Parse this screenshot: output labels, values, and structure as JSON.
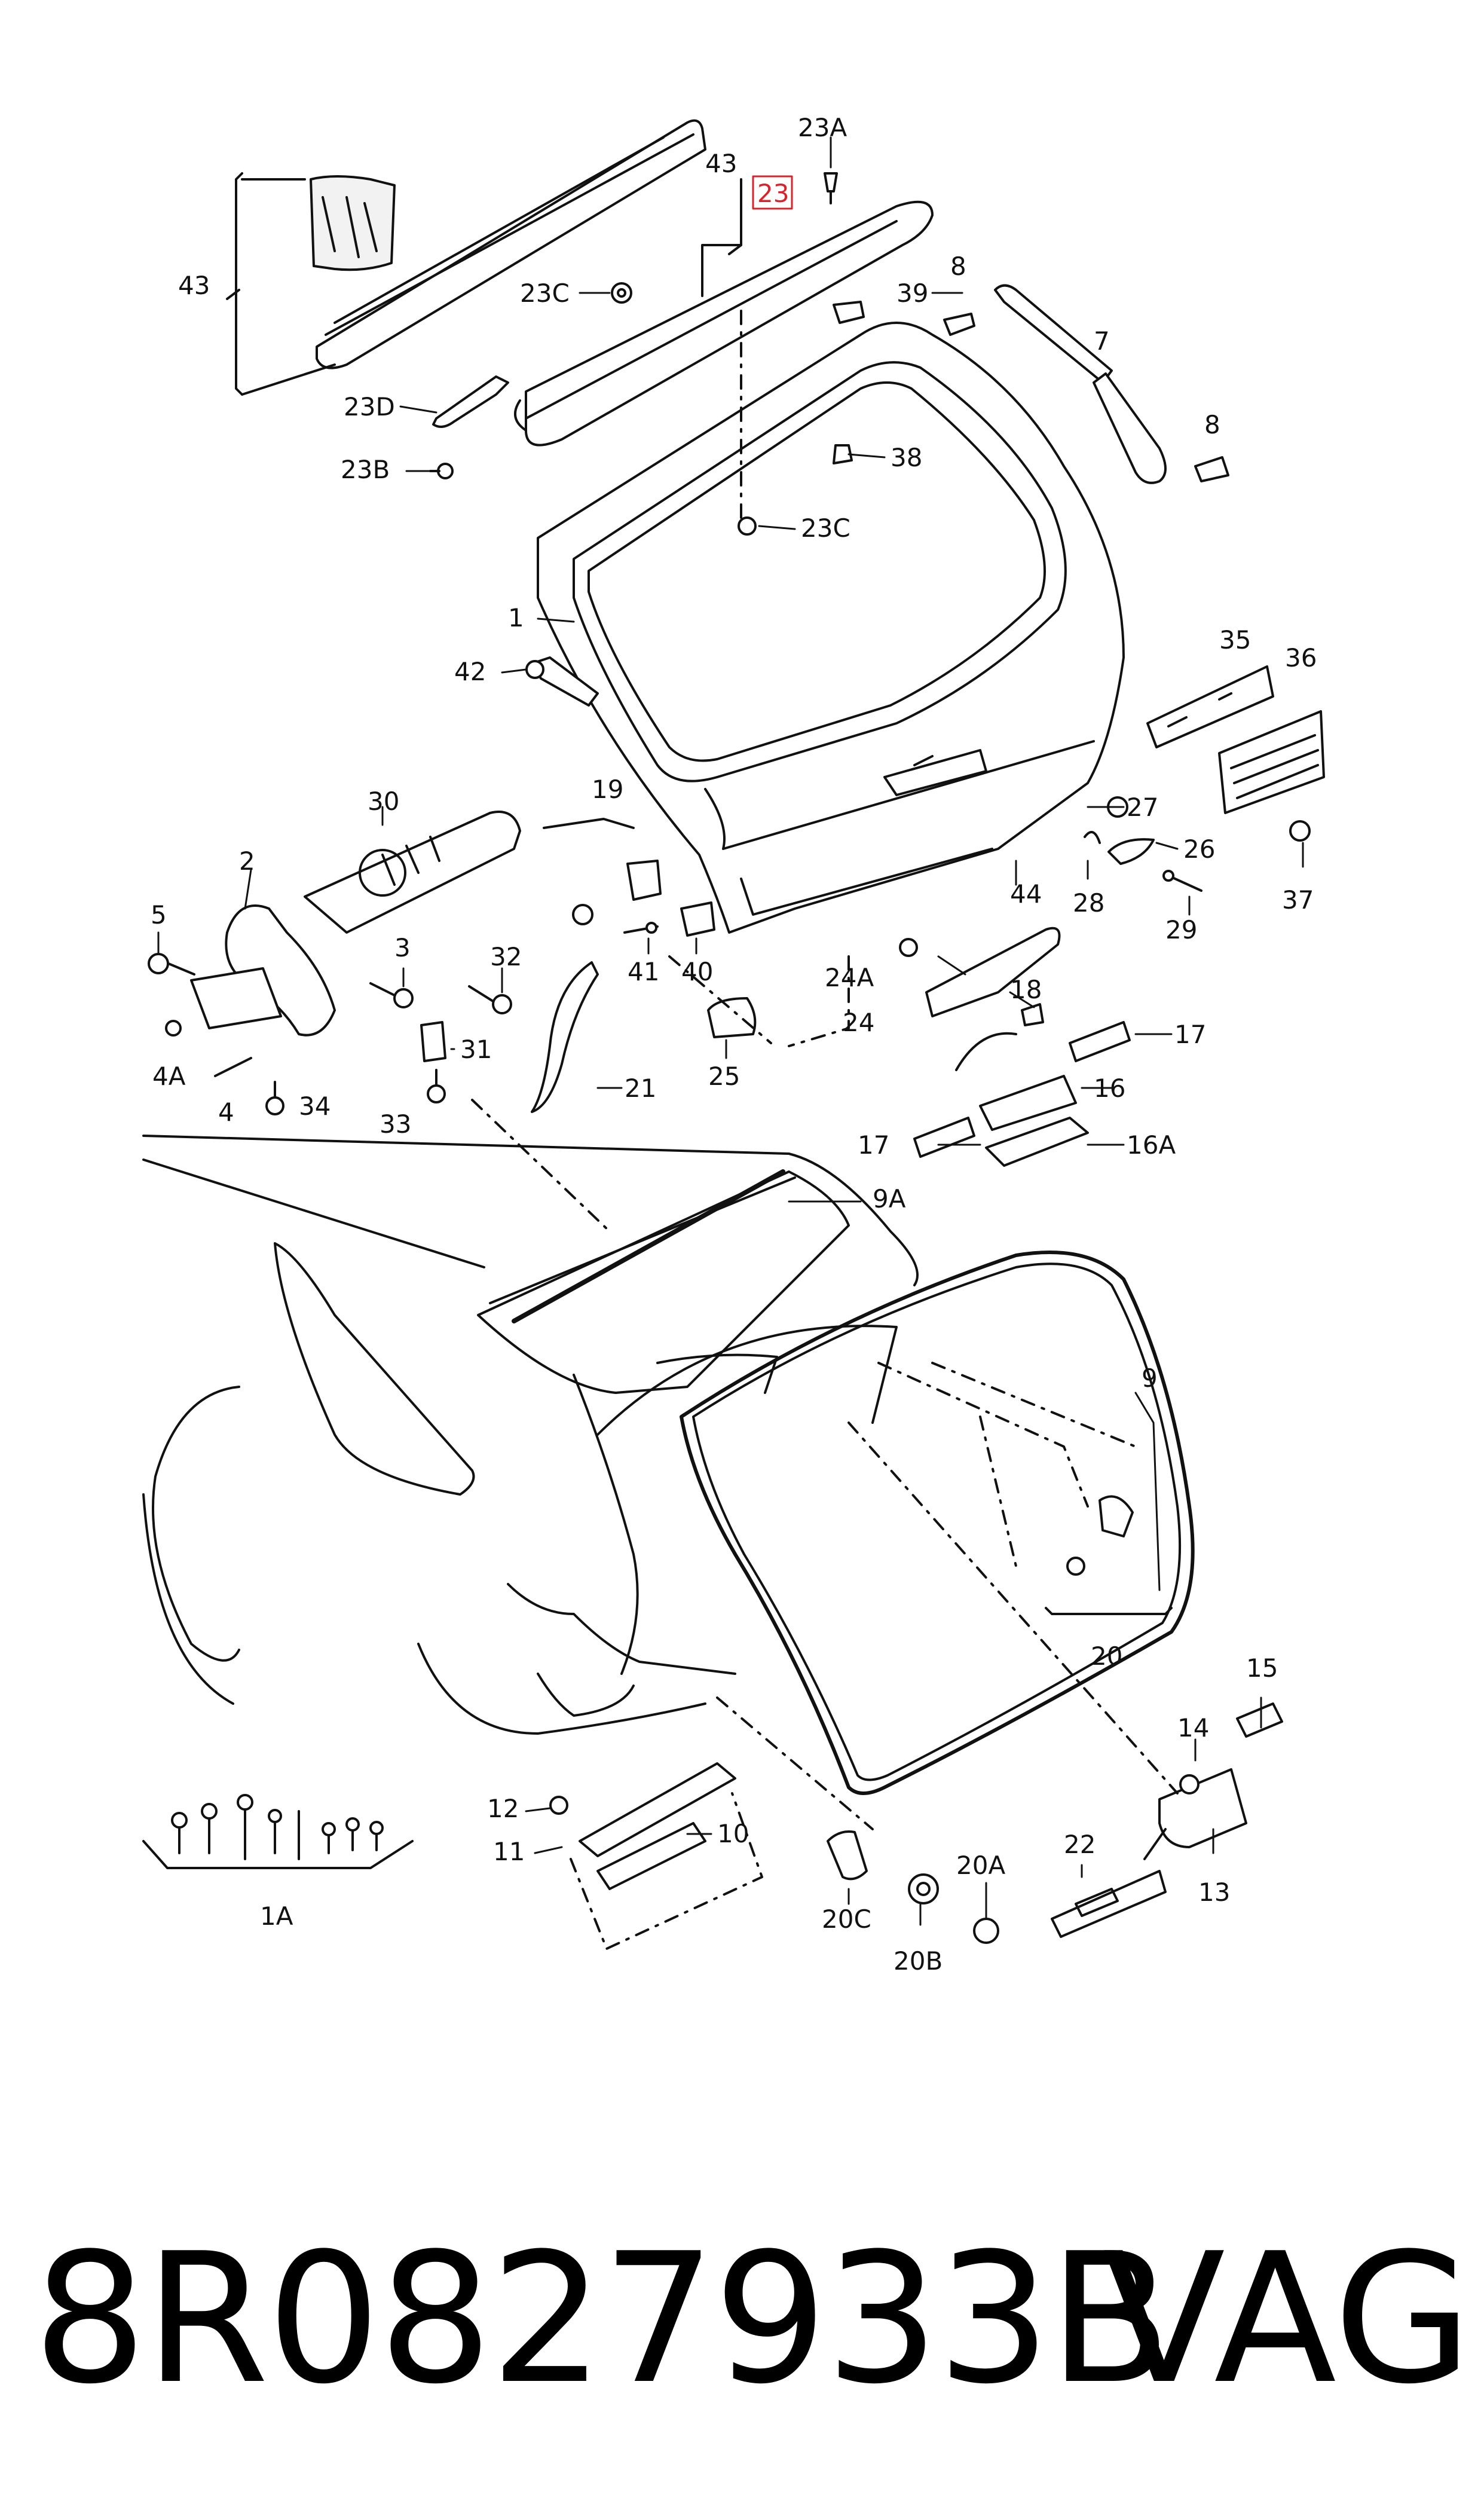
{
  "labels": {
    "l23a": "23A",
    "l43t": "43",
    "l23": "23",
    "l43l": "43",
    "l23c1": "23C",
    "l8a": "8",
    "l39": "39",
    "l7": "7",
    "l23d": "23D",
    "l8b": "8",
    "l38": "38",
    "l23b": "23B",
    "l23c2": "23C",
    "l1": "1",
    "l35": "35",
    "l36": "36",
    "l42": "42",
    "l30": "30",
    "l19": "19",
    "l27": "27",
    "l26": "26",
    "l2": "2",
    "l44": "44",
    "l28": "28",
    "l5": "5",
    "l29": "29",
    "l37": "37",
    "l3": "3",
    "l32": "32",
    "l41": "41",
    "l40": "40",
    "l24a": "24A",
    "l18": "18",
    "l24": "24",
    "l17a": "17",
    "l31": "31",
    "l4a": "4A",
    "l21": "21",
    "l25": "25",
    "l16": "16",
    "l4": "4",
    "l34": "34",
    "l33": "33",
    "l17b": "17",
    "l16a": "16A",
    "l9a": "9A",
    "l9": "9",
    "l20": "20",
    "l15": "15",
    "l14": "14",
    "l12": "12",
    "l10": "10",
    "l11": "11",
    "l22": "22",
    "l20a": "20A",
    "l13": "13",
    "l1a": "1A",
    "l20c": "20C",
    "l20b": "20B"
  },
  "highlight_color": "#d8232a",
  "caption": {
    "part_number": "8R0827933B",
    "brand": "VAG"
  }
}
